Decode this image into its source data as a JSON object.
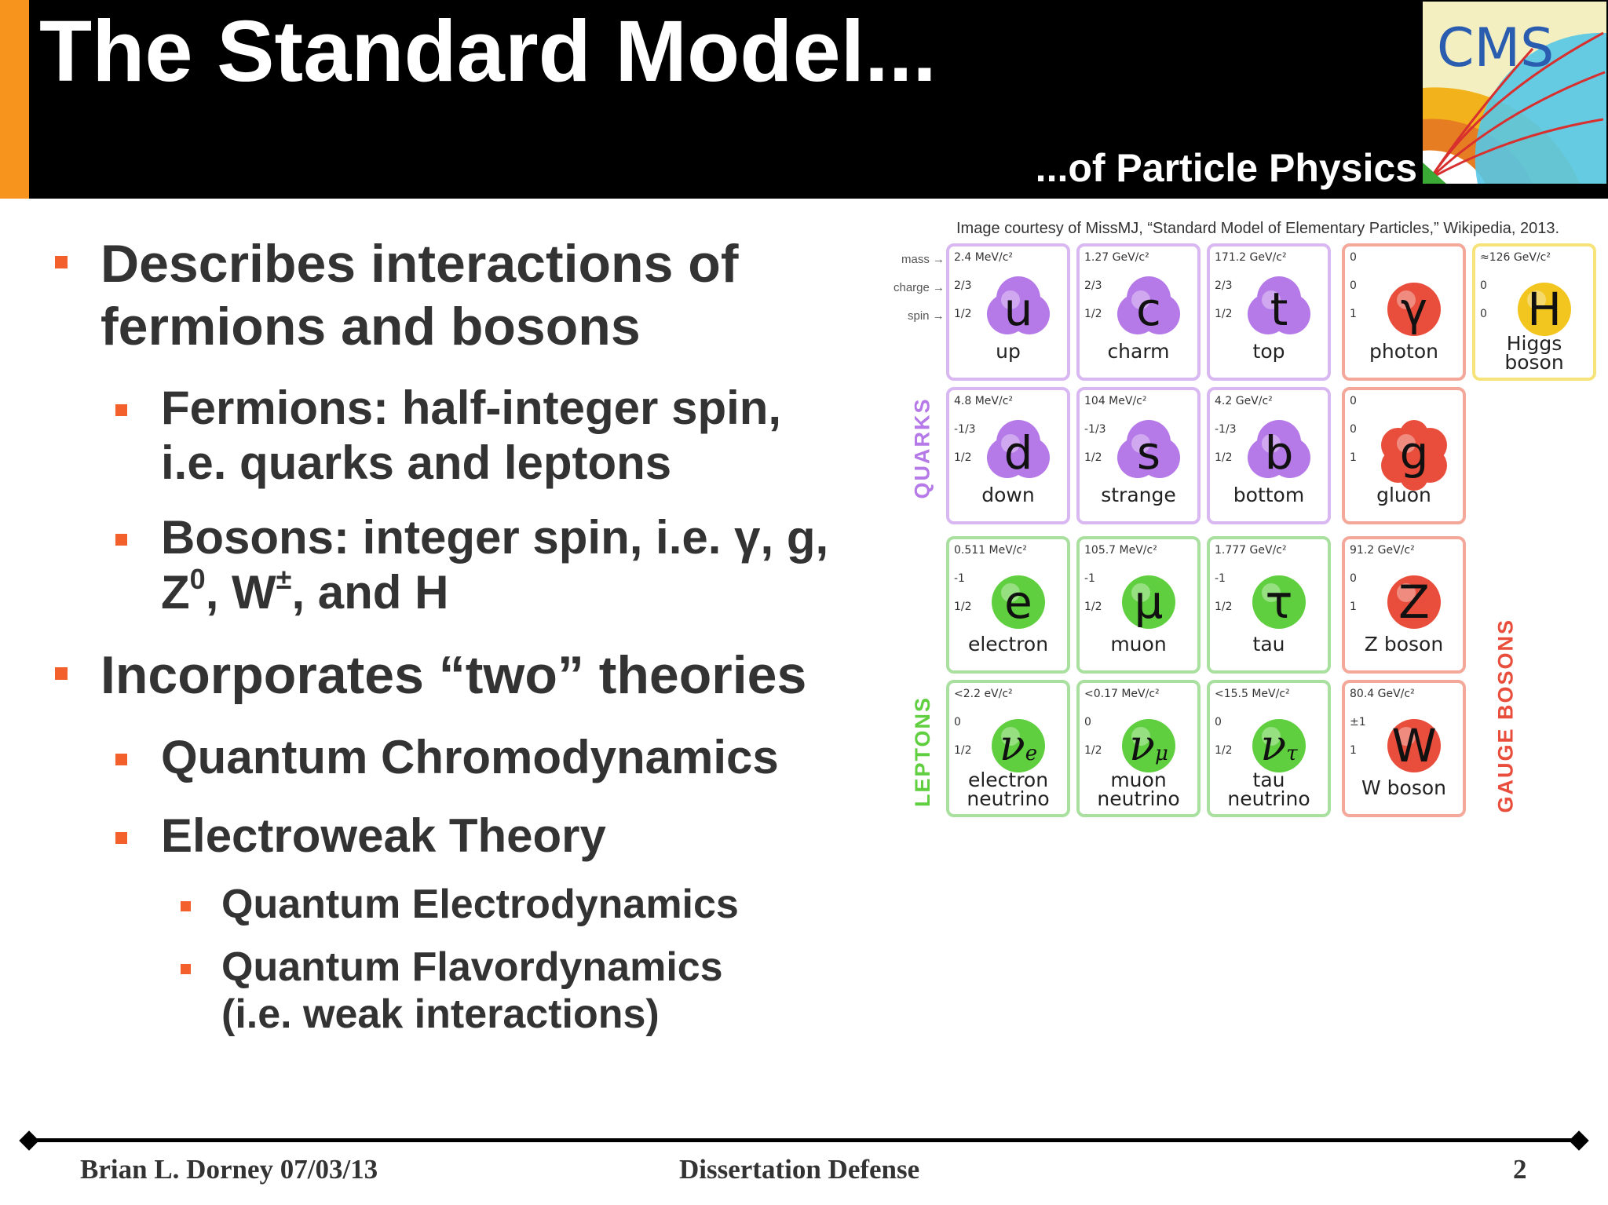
{
  "header": {
    "title": "The Standard Model...",
    "subtitle": "...of Particle Physics",
    "logo_text": "CMS"
  },
  "bullets": {
    "b1": [
      "Describes interactions of",
      "fermions and bosons"
    ],
    "b2": [
      "Fermions: half-integer spin,",
      "i.e. quarks and leptons"
    ],
    "b3_line1": "Bosons: integer spin, i.e. γ, g,",
    "b3_z": "Z",
    "b3_z_sup": "0",
    "b3_w": ", W",
    "b3_w_sup": "±",
    "b3_end": ", and H",
    "b4": "Incorporates “two” theories",
    "b5": "Quantum Chromodynamics",
    "b6": "Electroweak Theory",
    "b7": "Quantum Electrodynamics",
    "b8": [
      "Quantum Flavordynamics",
      "(i.e. weak interactions)"
    ]
  },
  "figure": {
    "credit": "Image courtesy of MissMJ, “Standard Model of Elementary Particles,” Wikipedia, 2013.",
    "row_labels": {
      "mass": "mass →",
      "charge": "charge →",
      "spin": "spin →"
    },
    "group_labels": {
      "quarks": "QUARKS",
      "leptons": "LEPTONS",
      "gauge": "GAUGE BOSONS"
    },
    "colors": {
      "quark": "#b57ae8",
      "lepton": "#5fcf3f",
      "gauge": "#e94e3c",
      "higgs": "#f2c51f"
    },
    "particles": [
      {
        "mass": "2.4 MeV/c²",
        "charge": "2/3",
        "spin": "1/2",
        "symbol": "u",
        "name": [
          "up"
        ],
        "kind": "quark"
      },
      {
        "mass": "1.27 GeV/c²",
        "charge": "2/3",
        "spin": "1/2",
        "symbol": "c",
        "name": [
          "charm"
        ],
        "kind": "quark"
      },
      {
        "mass": "171.2 GeV/c²",
        "charge": "2/3",
        "spin": "1/2",
        "symbol": "t",
        "name": [
          "top"
        ],
        "kind": "quark"
      },
      {
        "mass": "0",
        "charge": "0",
        "spin": "1",
        "symbol": "γ",
        "name": [
          "photon"
        ],
        "kind": "gauge"
      },
      {
        "mass": "≈126 GeV/c²",
        "charge": "0",
        "spin": "0",
        "symbol": "H",
        "name": [
          "Higgs",
          "boson"
        ],
        "kind": "higgs"
      },
      {
        "mass": "4.8 MeV/c²",
        "charge": "-1/3",
        "spin": "1/2",
        "symbol": "d",
        "name": [
          "down"
        ],
        "kind": "quark"
      },
      {
        "mass": "104 MeV/c²",
        "charge": "-1/3",
        "spin": "1/2",
        "symbol": "s",
        "name": [
          "strange"
        ],
        "kind": "quark"
      },
      {
        "mass": "4.2 GeV/c²",
        "charge": "-1/3",
        "spin": "1/2",
        "symbol": "b",
        "name": [
          "bottom"
        ],
        "kind": "quark"
      },
      {
        "mass": "0",
        "charge": "0",
        "spin": "1",
        "symbol": "g",
        "name": [
          "gluon"
        ],
        "kind": "gluon"
      },
      {
        "mass": "0.511 MeV/c²",
        "charge": "-1",
        "spin": "1/2",
        "symbol": "e",
        "name": [
          "electron"
        ],
        "kind": "lepton"
      },
      {
        "mass": "105.7 MeV/c²",
        "charge": "-1",
        "spin": "1/2",
        "symbol": "μ",
        "name": [
          "muon"
        ],
        "kind": "lepton"
      },
      {
        "mass": "1.777 GeV/c²",
        "charge": "-1",
        "spin": "1/2",
        "symbol": "τ",
        "name": [
          "tau"
        ],
        "kind": "lepton"
      },
      {
        "mass": "91.2 GeV/c²",
        "charge": "0",
        "spin": "1",
        "symbol": "Z",
        "name": [
          "Z boson"
        ],
        "kind": "gauge"
      },
      {
        "mass": "<2.2 eV/c²",
        "charge": "0",
        "spin": "1/2",
        "symbol": "ν",
        "sub": "e",
        "name": [
          "electron",
          "neutrino"
        ],
        "kind": "lepton"
      },
      {
        "mass": "<0.17 MeV/c²",
        "charge": "0",
        "spin": "1/2",
        "symbol": "ν",
        "sub": "μ",
        "name": [
          "muon",
          "neutrino"
        ],
        "kind": "lepton"
      },
      {
        "mass": "<15.5 MeV/c²",
        "charge": "0",
        "spin": "1/2",
        "symbol": "ν",
        "sub": "τ",
        "name": [
          "tau",
          "neutrino"
        ],
        "kind": "lepton"
      },
      {
        "mass": "80.4 GeV/c²",
        "charge": "±1",
        "spin": "1",
        "symbol": "W",
        "name": [
          "W boson"
        ],
        "kind": "gauge"
      }
    ]
  },
  "footer": {
    "left": "Brian L. Dorney 07/03/13",
    "center": "Dissertation Defense",
    "page": "2"
  }
}
